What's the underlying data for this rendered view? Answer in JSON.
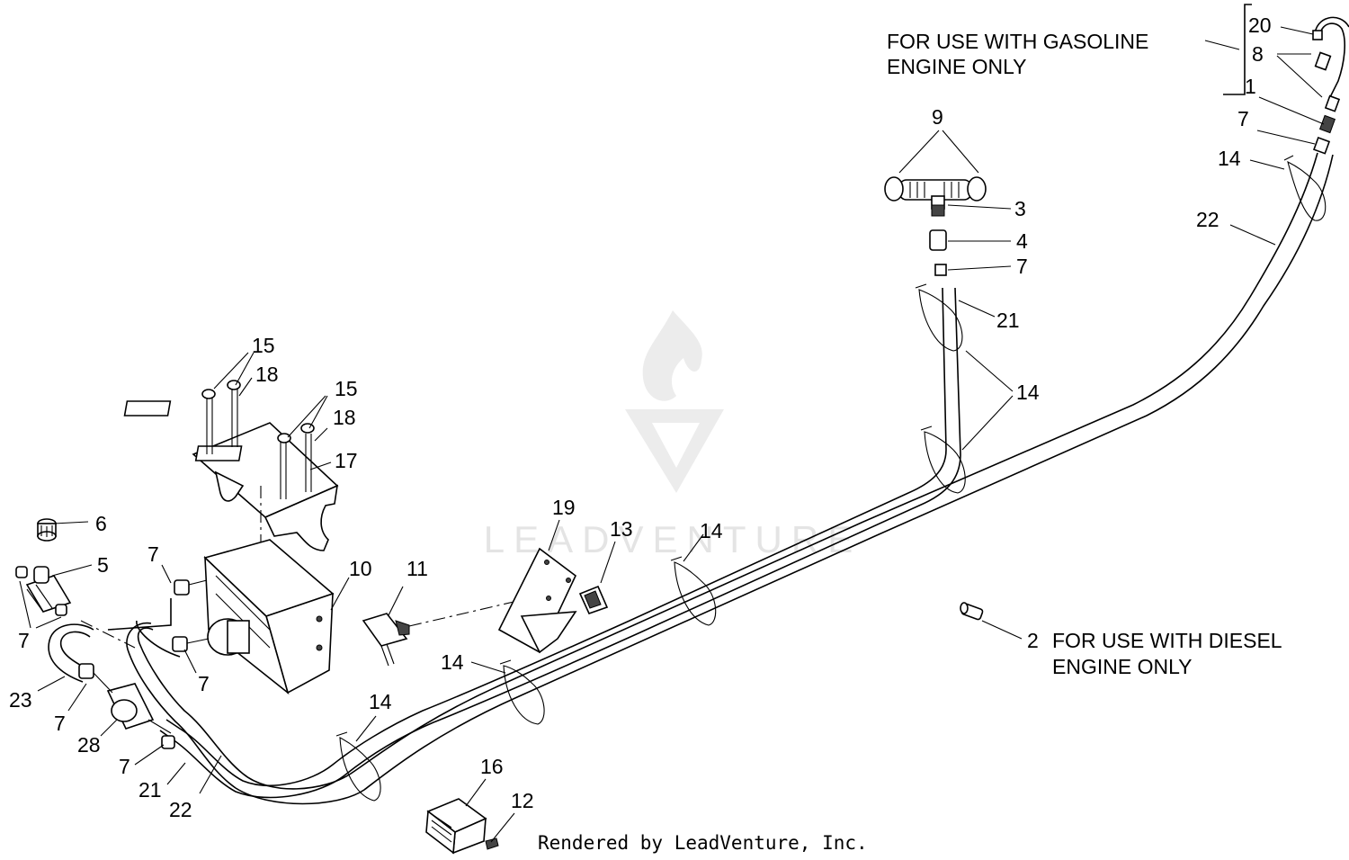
{
  "callouts": [
    {
      "id": "20",
      "label": "20"
    },
    {
      "id": "8",
      "label": "8"
    },
    {
      "id": "1",
      "label": "1"
    },
    {
      "id": "7a",
      "label": "7"
    },
    {
      "id": "14a",
      "label": "14"
    },
    {
      "id": "22a",
      "label": "22"
    },
    {
      "id": "9",
      "label": "9"
    },
    {
      "id": "3",
      "label": "3"
    },
    {
      "id": "4",
      "label": "4"
    },
    {
      "id": "7b",
      "label": "7"
    },
    {
      "id": "21a",
      "label": "21"
    },
    {
      "id": "14b",
      "label": "14"
    },
    {
      "id": "15a",
      "label": "15"
    },
    {
      "id": "18a",
      "label": "18"
    },
    {
      "id": "15b",
      "label": "15"
    },
    {
      "id": "18b",
      "label": "18"
    },
    {
      "id": "17",
      "label": "17"
    },
    {
      "id": "19",
      "label": "19"
    },
    {
      "id": "13",
      "label": "13"
    },
    {
      "id": "14c",
      "label": "14"
    },
    {
      "id": "6",
      "label": "6"
    },
    {
      "id": "5",
      "label": "5"
    },
    {
      "id": "7c",
      "label": "7"
    },
    {
      "id": "10",
      "label": "10"
    },
    {
      "id": "11",
      "label": "11"
    },
    {
      "id": "7d",
      "label": "7"
    },
    {
      "id": "7e",
      "label": "7"
    },
    {
      "id": "2",
      "label": "2"
    },
    {
      "id": "14d",
      "label": "14"
    },
    {
      "id": "23",
      "label": "23"
    },
    {
      "id": "7f",
      "label": "7"
    },
    {
      "id": "14e",
      "label": "14"
    },
    {
      "id": "28",
      "label": "28"
    },
    {
      "id": "7g",
      "label": "7"
    },
    {
      "id": "21b",
      "label": "21"
    },
    {
      "id": "22b",
      "label": "22"
    },
    {
      "id": "16",
      "label": "16"
    },
    {
      "id": "12",
      "label": "12"
    }
  ],
  "notes": {
    "gasoline_line1": "FOR USE WITH GASOLINE",
    "gasoline_line2": "ENGINE ONLY",
    "diesel_line1": "FOR USE WITH DIESEL",
    "diesel_line2": "ENGINE ONLY"
  },
  "watermark": "LEADVENTURE",
  "footer": "Rendered by LeadVenture, Inc."
}
